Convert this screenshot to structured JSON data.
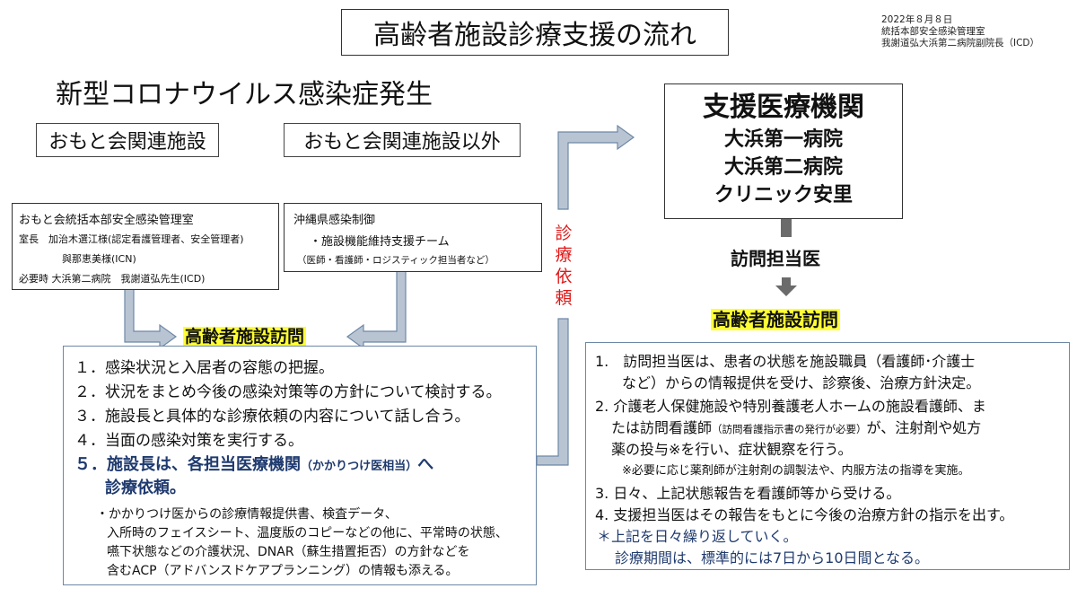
{
  "title": "高齢者施設診療支援の流れ",
  "meta": {
    "date": "2022年８月８日",
    "dept": "統括本部安全感染管理室",
    "author": "我謝道弘大浜第二病院副院長（ICD）"
  },
  "outbreak": "新型コロナウイルス感染症発生",
  "left_cat": "おもと会関連施設",
  "right_cat": "おもと会関連施設以外",
  "omoto_box": {
    "line1": "おもと会統括本部安全感染管理室",
    "line2": "室長　加治木選江様(認定看護管理者、安全管理者)",
    "line3": "與那恵美様(ICN)",
    "line4": "必要時 大浜第二病院　我謝道弘先生(ICD)"
  },
  "okinawa_box": {
    "line1": "沖縄県感染制御",
    "line2": "・施設機能維持支援チーム",
    "line3": "（医師・看護師・ロジスティック担当者など）"
  },
  "visit_label": "高齢者施設訪問",
  "left_list": {
    "i1": "１．感染状況と入居者の容態の把握。",
    "i2": "２．状況をまとめ今後の感染対策等の方針について検討する。",
    "i3": "３．施設長と具体的な診療依頼の内容について話し合う。",
    "i4": "４．当面の感染対策を実行する。",
    "i5a": "５．施設長は、各担当医療機関",
    "i5b": "（かかりつけ医相当）",
    "i5c": "へ",
    "i5d": "診療依頼。",
    "n1": "・かかりつけ医からの診療情報提供書、検査データ、",
    "n2": "入所時のフェイスシート、温度版のコピーなどの他に、平常時の状態、",
    "n3": "嚥下状態などの介護状況、DNAR（蘇生措置拒否）の方針などを",
    "n4": "含むACP（アドバンスドケアプランニング）の情報も添える。"
  },
  "request_label": "診療依頼",
  "support": {
    "title": "支援医療機関",
    "h1": "大浜第一病院",
    "h2": "大浜第二病院",
    "h3": "クリニック安里"
  },
  "visiting_doctor": "訪問担当医",
  "visit_label2": "高齢者施設訪問",
  "right_list": {
    "i1a": "1.　訪問担当医は、患者の状態を施設職員（看護師･介護士",
    "i1b": "など）からの情報提供を受け、診察後、治療方針決定。",
    "i2a": "2. 介護老人保健施設や特別養護老人ホームの施設看護師、ま",
    "i2b": "たは訪問看護師",
    "i2c": "（訪問看護指示書の発行が必要）",
    "i2d": "が、注射剤や処方",
    "i2e": "薬の投与※を行い、症状観察を行う。",
    "note": "※必要に応じ薬剤師が注射剤の調製法や、内服方法の指導を実施。",
    "i3": "3. 日々、上記状態報告を看護師等から受ける。",
    "i4": "4. 支援担当医はその報告をもとに今後の治療方針の指示を出す。",
    "s1": "＊上記を日々繰り返していく。",
    "s2": "診療期間は、標準的には7日から10日間となる。"
  },
  "colors": {
    "highlight": "#ffff33",
    "navy": "#1f3a6e",
    "red": "#e01818",
    "arrow_fill": "#b9c4d3",
    "arrow_stroke": "#6d88a6"
  }
}
